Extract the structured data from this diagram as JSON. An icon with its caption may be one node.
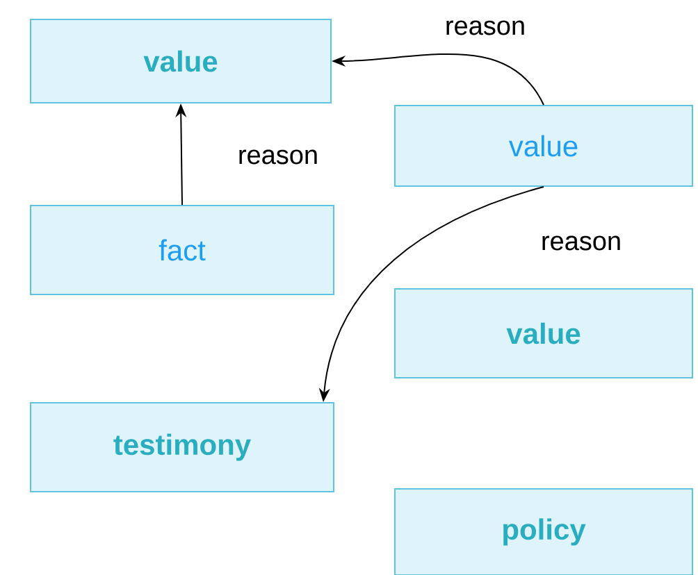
{
  "diagram": {
    "nodes": [
      {
        "text": [
          "value"
        ]
      },
      {
        "text": [
          "value"
        ]
      },
      {
        "text": [
          "fact"
        ]
      },
      {
        "text": [
          "value"
        ]
      },
      {
        "text": [
          "testimony"
        ]
      },
      {
        "text": [
          "policy"
        ]
      }
    ],
    "edges": [
      {
        "from": 2,
        "to": 0,
        "arrow": "to",
        "label": "reason"
      },
      {
        "from": 1,
        "to": 0,
        "arrow": "to",
        "label": "reason"
      },
      {
        "from": 1,
        "to": 4,
        "arrow": "to",
        "label": "reason"
      }
    ]
  }
}
